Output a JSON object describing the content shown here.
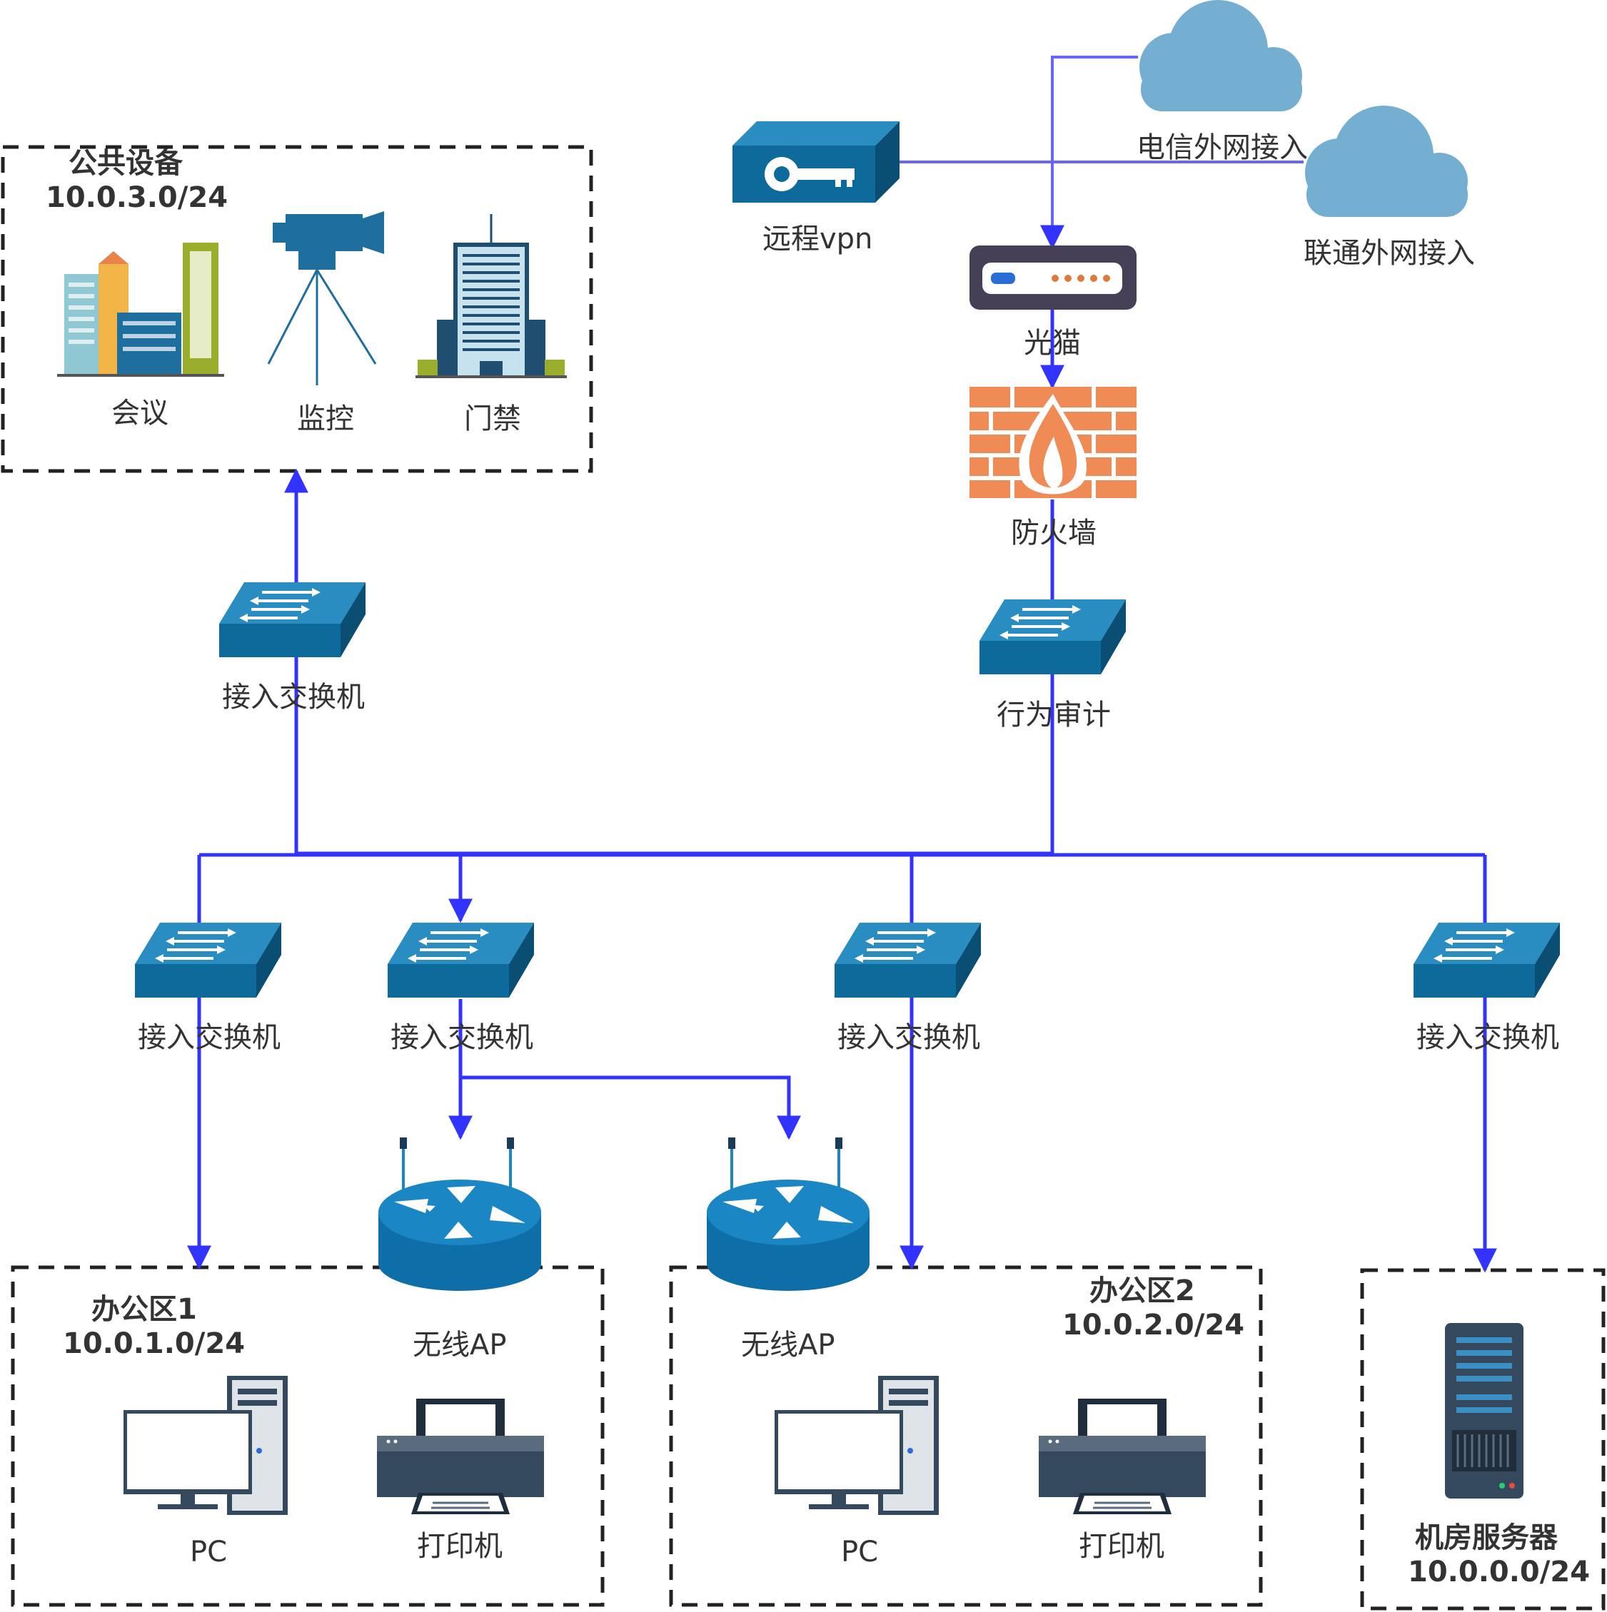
{
  "zones": {
    "public": {
      "title": "公共设备",
      "subnet": "10.0.3.0/24"
    },
    "office1": {
      "title": "办公区1",
      "subnet": "10.0.1.0/24"
    },
    "office2": {
      "title": "办公区2",
      "subnet": "10.0.2.0/24"
    },
    "server_room": {
      "title": "机房服务器",
      "subnet": "10.0.0.0/24"
    }
  },
  "labels": {
    "telecom": "电信外网接入",
    "unicom": "联通外网接入",
    "vpn": "远程vpn",
    "modem": "光猫",
    "firewall": "防火墙",
    "audit": "行为审计",
    "switch": "接入交换机",
    "ap": "无线AP",
    "meeting": "会议",
    "monitor": "监控",
    "access": "门禁",
    "pc": "PC",
    "printer": "打印机"
  },
  "colors": {
    "link": "#3333ff",
    "switch": "#0e6a9a",
    "cloud": "#74aed0",
    "firewall": "#f08b56",
    "router": "#1a86c4",
    "dark": "#34495e"
  }
}
